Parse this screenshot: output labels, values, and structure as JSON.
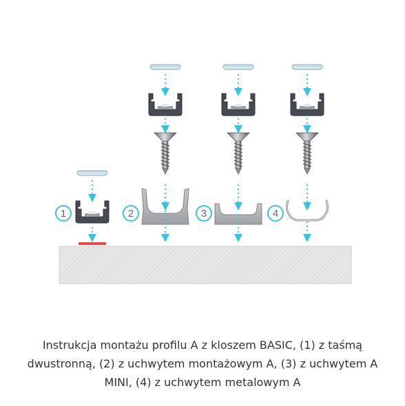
{
  "steps": [
    {
      "id": 1,
      "label": "1"
    },
    {
      "id": 2,
      "label": "2"
    },
    {
      "id": 3,
      "label": "3"
    },
    {
      "id": 4,
      "label": "4"
    }
  ],
  "caption": "Instrukcja montażu profilu A z kloszem BASIC, (1) z taśmą dwustronną, (2) z uchwytem montażowym A, (3) z uchwytem A MINI, (4) z uchwytem metalowym A",
  "colors": {
    "arrow": "#3cc0dc",
    "profile": "#454a52",
    "diffuser": "#cfe3ec",
    "holder": "#b4b6b9",
    "tape": "#e84848",
    "surface": "#e6e6e6"
  }
}
